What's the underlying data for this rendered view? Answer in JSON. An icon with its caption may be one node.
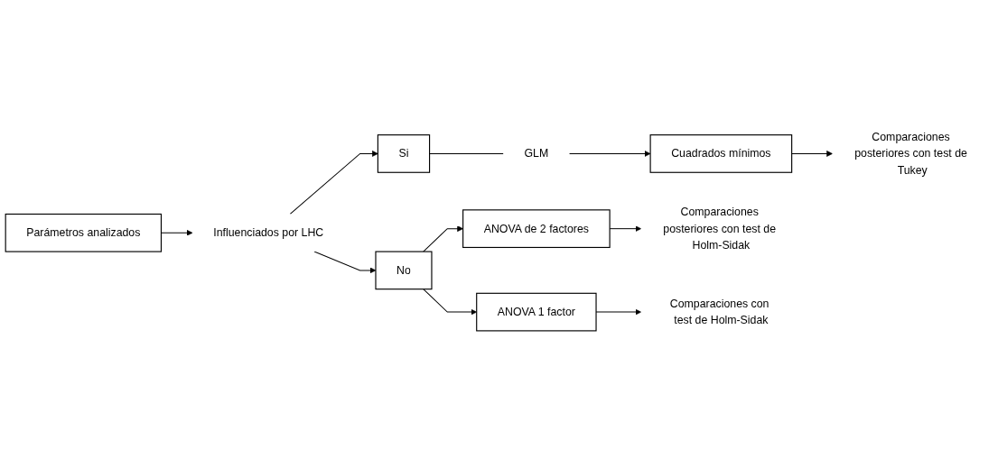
{
  "diagram": {
    "nodes": [
      {
        "text": [
          "Parámetros analizados"
        ]
      },
      {
        "text": [
          "Influenciados por LHC"
        ]
      },
      {
        "text": [
          "Si"
        ]
      },
      {
        "text": [
          "GLM"
        ]
      },
      {
        "text": [
          "Cuadrados mínimos"
        ]
      },
      {
        "text": [
          "Comparaciones posteriores con test de Tukey"
        ]
      },
      {
        "text": [
          "No"
        ]
      },
      {
        "text": [
          "ANOVA de 2 factores"
        ]
      },
      {
        "text": [
          "Comparaciones posteriores con test de Holm-Sidak"
        ]
      },
      {
        "text": [
          "ANOVA 1 factor"
        ]
      },
      {
        "text": [
          "Comparaciones con test de Holm-Sidak"
        ]
      }
    ],
    "edges": [
      {
        "from": 0,
        "to": 1,
        "arrow": "to"
      },
      {
        "from": 1,
        "to": 2,
        "arrow": "to"
      },
      {
        "from": 2,
        "to": 3,
        "arrow": "none"
      },
      {
        "from": 3,
        "to": 4,
        "arrow": "to"
      },
      {
        "from": 4,
        "to": 5,
        "arrow": "to"
      },
      {
        "from": 1,
        "to": 6,
        "arrow": "to"
      },
      {
        "from": 6,
        "to": 7,
        "arrow": "to"
      },
      {
        "from": 7,
        "to": 8,
        "arrow": "to"
      },
      {
        "from": 6,
        "to": 9,
        "arrow": "to"
      },
      {
        "from": 9,
        "to": 10,
        "arrow": "to"
      }
    ]
  }
}
